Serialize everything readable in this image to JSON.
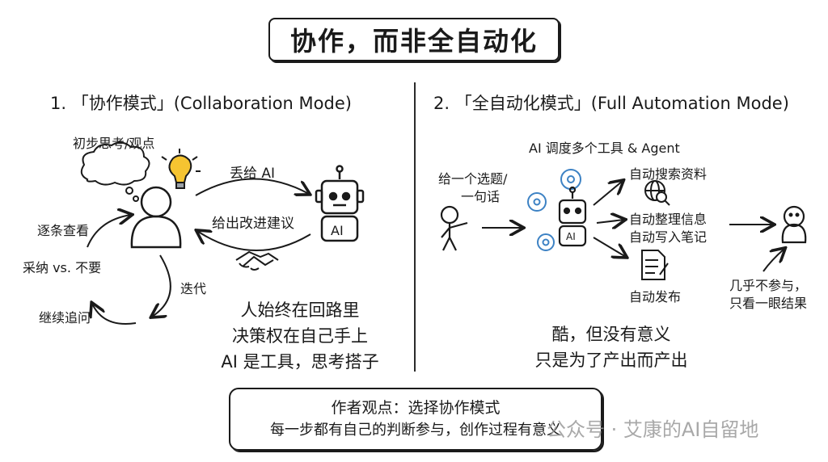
{
  "title": "协作，而非全自动化",
  "left": {
    "heading": "1. 「协作模式」(Collaboration Mode)",
    "thought_label": "初步思考/观点",
    "send_label": "丢给 AI",
    "feedback_label": "给出改进建议",
    "robot_label": "AI",
    "review_label": "逐条查看",
    "accept_label": "采纳 vs. 不要",
    "iterate_label": "迭代",
    "followup_label": "继续追问",
    "summary": [
      "人始终在回路里",
      "决策权在自己手上",
      "AI 是工具，思考搭子"
    ]
  },
  "right": {
    "heading": "2. 「全自动化模式」(Full Automation Mode)",
    "agent_label": "AI 调度多个工具 & Agent",
    "input_label_1": "给一个选题/",
    "input_label_2": "一句话",
    "robot_label": "AI",
    "search_label": "自动搜索资料",
    "organize_label_1": "自动整理信息",
    "organize_label_2": "自动写入笔记",
    "publish_label": "自动发布",
    "human_label_1": "几乎不参与，",
    "human_label_2": "只看一眼结果",
    "summary": [
      "酷，但没有意义",
      "只是为了产出而产出"
    ]
  },
  "conclusion": {
    "line1": "作者观点：选择协作模式",
    "line2": "每一步都有自己的判断参与，创作过程有意义"
  },
  "watermark": "公众号 · 艾康的AI自留地"
}
